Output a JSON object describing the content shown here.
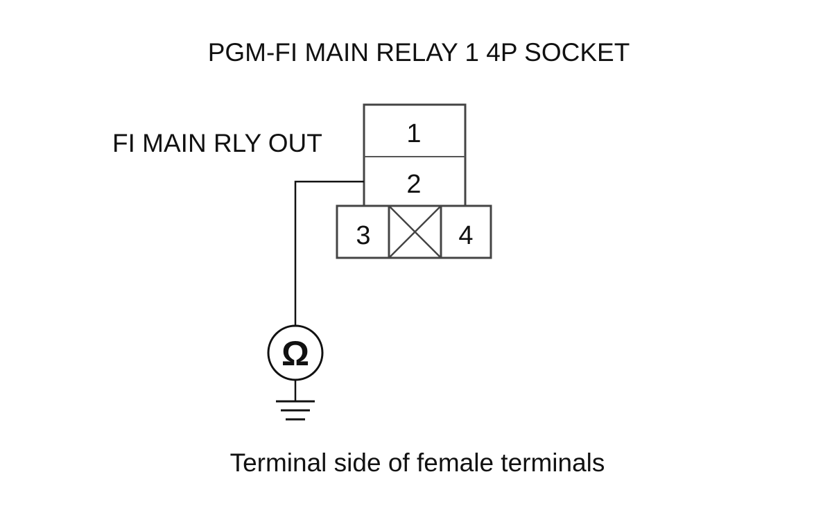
{
  "title": "PGM-FI MAIN RELAY 1 4P SOCKET",
  "wire_label": "FI MAIN RLY OUT",
  "terminals": [
    "1",
    "2",
    "3",
    "4"
  ],
  "meter_symbol": "Ω",
  "meter_icon": "ohmmeter-icon",
  "ground_icon": "ground-icon",
  "blocked_cavity_icon": "blocked-cavity-icon",
  "caption": "Terminal side of female terminals"
}
